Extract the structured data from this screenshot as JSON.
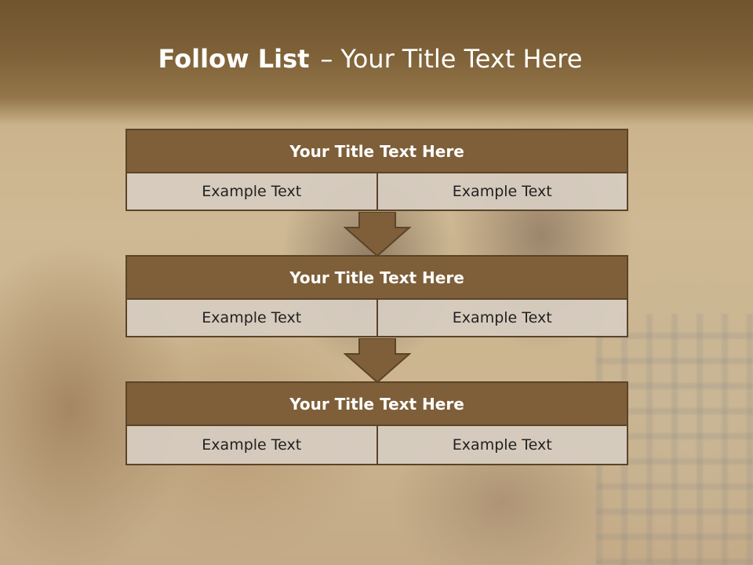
{
  "slide": {
    "title_bold": "Follow List",
    "title_separator": "–",
    "title_rest": "Your Title Text Here"
  },
  "blocks": [
    {
      "title": "Your Title Text Here",
      "left": "Example Text",
      "right": "Example Text"
    },
    {
      "title": "Your Title Text Here",
      "left": "Example Text",
      "right": "Example Text"
    },
    {
      "title": "Your Title Text Here",
      "left": "Example Text",
      "right": "Example Text"
    }
  ],
  "colors": {
    "header_fill": "#7e5f39",
    "border": "#5c4428",
    "cell_fill": "#d6ccc1",
    "title_band": "#7f6238"
  },
  "icons": [
    "down-arrow-icon",
    "down-arrow-icon"
  ]
}
